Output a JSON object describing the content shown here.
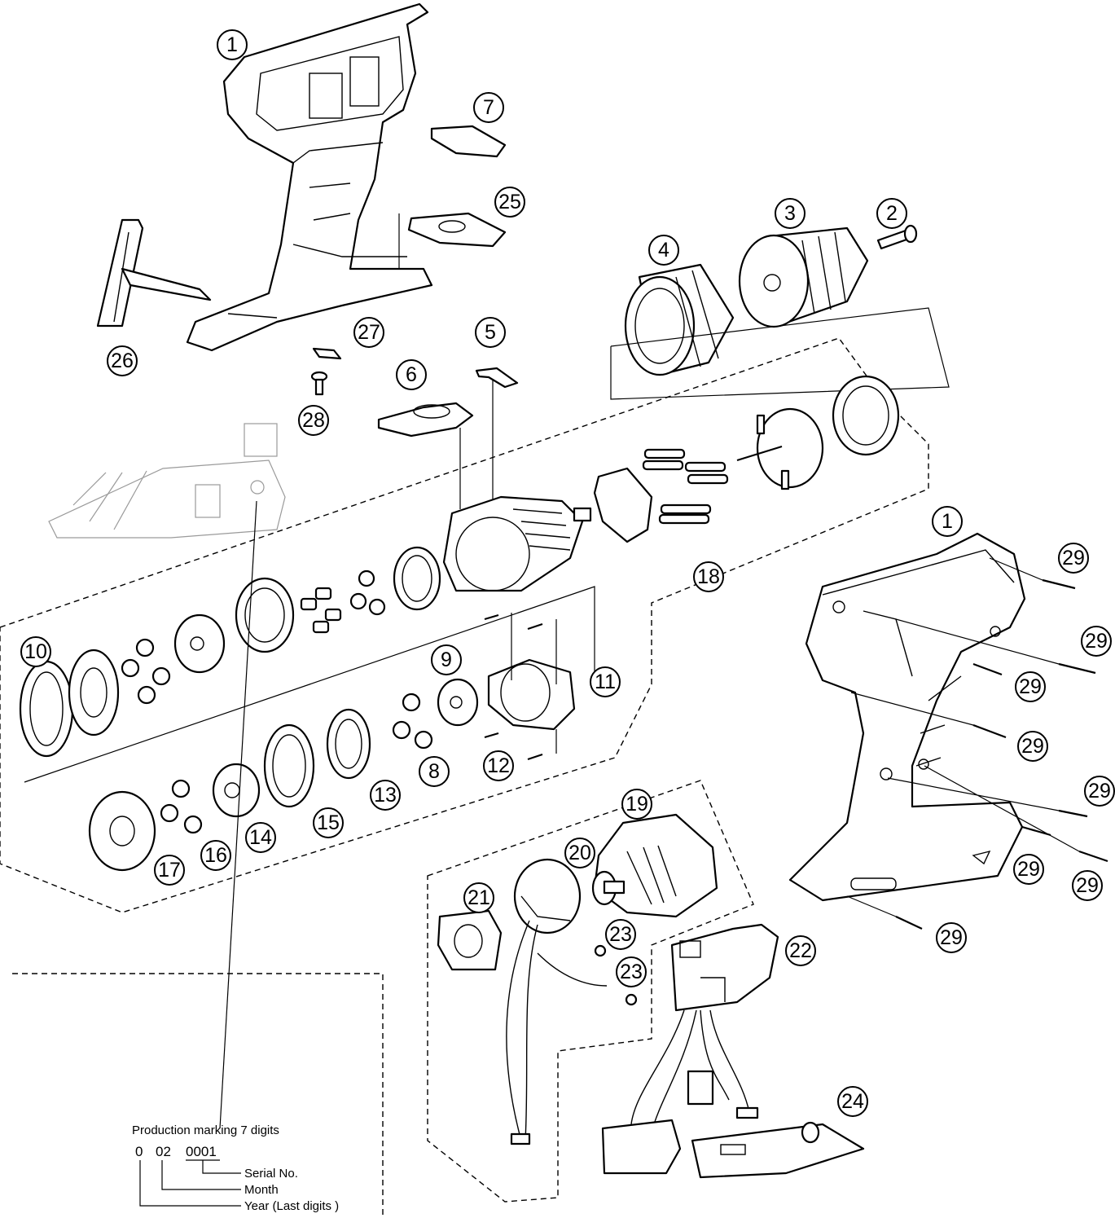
{
  "parts": [
    {
      "id": "p1a",
      "label": "1"
    },
    {
      "id": "p1b",
      "label": "1"
    },
    {
      "id": "p2",
      "label": "2"
    },
    {
      "id": "p3",
      "label": "3"
    },
    {
      "id": "p4",
      "label": "4"
    },
    {
      "id": "p5",
      "label": "5"
    },
    {
      "id": "p6",
      "label": "6"
    },
    {
      "id": "p7",
      "label": "7"
    },
    {
      "id": "p8",
      "label": "8"
    },
    {
      "id": "p9",
      "label": "9"
    },
    {
      "id": "p10",
      "label": "10"
    },
    {
      "id": "p11",
      "label": "11"
    },
    {
      "id": "p12",
      "label": "12"
    },
    {
      "id": "p13",
      "label": "13"
    },
    {
      "id": "p14",
      "label": "14"
    },
    {
      "id": "p15",
      "label": "15"
    },
    {
      "id": "p16",
      "label": "16"
    },
    {
      "id": "p17",
      "label": "17"
    },
    {
      "id": "p18",
      "label": "18"
    },
    {
      "id": "p19",
      "label": "19"
    },
    {
      "id": "p20",
      "label": "20"
    },
    {
      "id": "p21",
      "label": "21"
    },
    {
      "id": "p22",
      "label": "22"
    },
    {
      "id": "p23a",
      "label": "23"
    },
    {
      "id": "p23b",
      "label": "23"
    },
    {
      "id": "p24",
      "label": "24"
    },
    {
      "id": "p25",
      "label": "25"
    },
    {
      "id": "p26",
      "label": "26"
    },
    {
      "id": "p27",
      "label": "27"
    },
    {
      "id": "p28",
      "label": "28"
    },
    {
      "id": "p29a",
      "label": "29"
    },
    {
      "id": "p29b",
      "label": "29"
    },
    {
      "id": "p29c",
      "label": "29"
    },
    {
      "id": "p29d",
      "label": "29"
    },
    {
      "id": "p29e",
      "label": "29"
    },
    {
      "id": "p29f",
      "label": "29"
    },
    {
      "id": "p29g",
      "label": "29"
    }
  ],
  "production_marking": {
    "title": "Production marking 7 digits",
    "code_year": "0",
    "code_month": "02",
    "code_serial": "0001",
    "serial_label": "Serial No.",
    "month_label": "Month",
    "year_label": "Year (Last digits )"
  }
}
